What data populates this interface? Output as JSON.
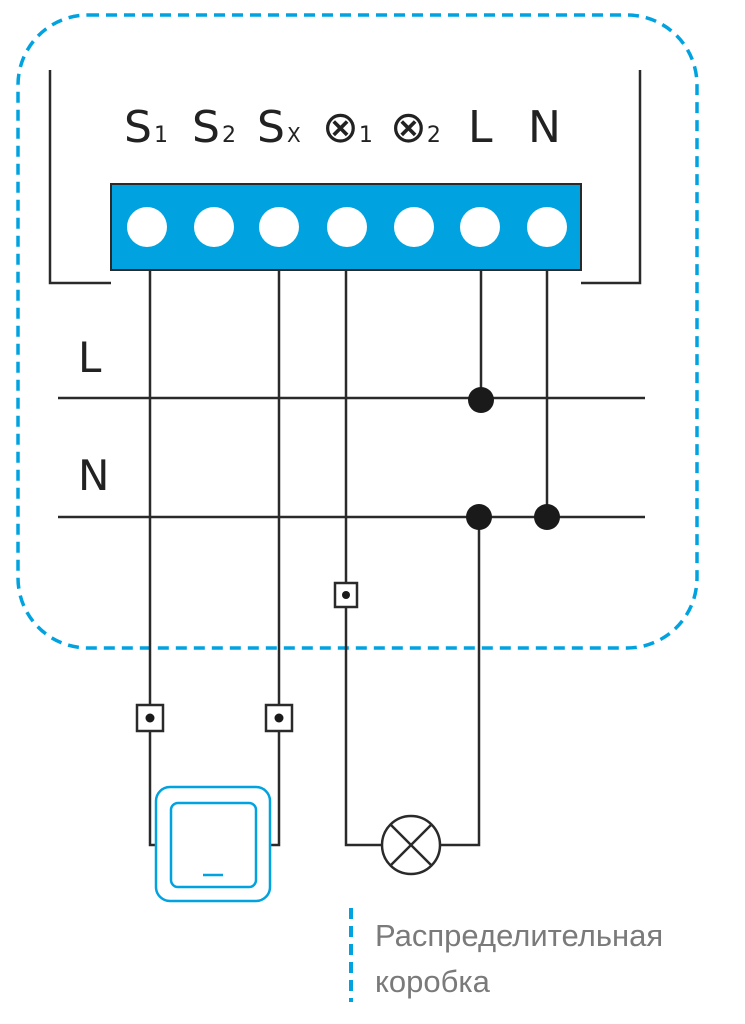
{
  "colors": {
    "accent": "#00a3e0",
    "wire": "#2a2a2a",
    "legend_text": "#7a7a7a"
  },
  "terminals": [
    {
      "main": "S",
      "sub": "1"
    },
    {
      "main": "S",
      "sub": "2"
    },
    {
      "main": "S",
      "sub": "X"
    },
    {
      "main": "⊗",
      "sub": "1"
    },
    {
      "main": "⊗",
      "sub": "2"
    },
    {
      "main": "L",
      "sub": ""
    },
    {
      "main": "N",
      "sub": ""
    }
  ],
  "buses": {
    "line": "L",
    "neutral": "N"
  },
  "legend": {
    "line1": "Распределительная",
    "line2": "коробка"
  }
}
